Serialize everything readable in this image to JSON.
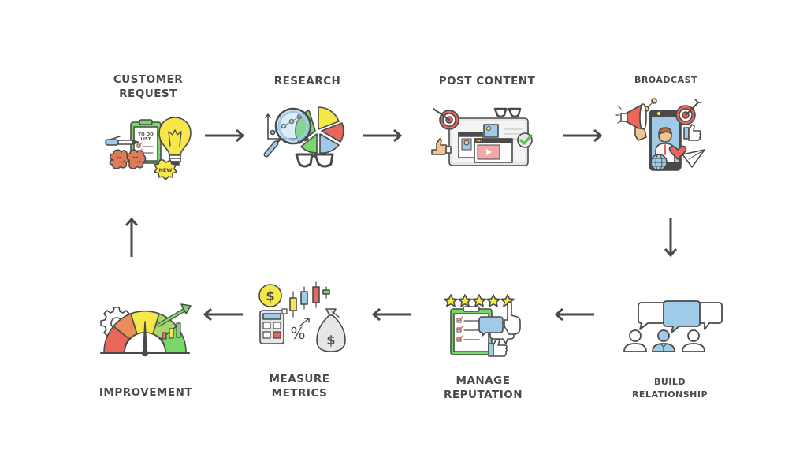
{
  "diagram": {
    "type": "cycle-flow",
    "steps": [
      {
        "id": "customer-request",
        "label_lines": [
          "CUSTOMER",
          "REQUEST"
        ],
        "icon": "idea-todo-list-icon",
        "icon_texts": [
          "TO DO",
          "LIST",
          "NEW"
        ]
      },
      {
        "id": "research",
        "label_lines": [
          "RESEARCH"
        ],
        "icon": "magnifier-chart-icon"
      },
      {
        "id": "post-content",
        "label_lines": [
          "POST CONTENT"
        ],
        "icon": "web-content-icon"
      },
      {
        "id": "broadcast",
        "label_lines": [
          "BROADCAST"
        ],
        "icon": "megaphone-phone-icon"
      },
      {
        "id": "build-relationship",
        "label_lines": [
          "BUILD",
          "RELATIONSHIP"
        ],
        "icon": "people-chat-icon"
      },
      {
        "id": "manage-reputation",
        "label_lines": [
          "MANAGE",
          "REPUTATION"
        ],
        "icon": "rating-checklist-icon"
      },
      {
        "id": "measure-metrics",
        "label_lines": [
          "MEASURE",
          "METRICS"
        ],
        "icon": "finance-metrics-icon",
        "icon_texts": [
          "$",
          "%"
        ]
      },
      {
        "id": "improvement",
        "label_lines": [
          "IMPROVEMENT"
        ],
        "icon": "gauge-growth-icon"
      }
    ],
    "connections": [
      {
        "from": "customer-request",
        "to": "research",
        "direction": "right"
      },
      {
        "from": "research",
        "to": "post-content",
        "direction": "right"
      },
      {
        "from": "post-content",
        "to": "broadcast",
        "direction": "right"
      },
      {
        "from": "broadcast",
        "to": "build-relationship",
        "direction": "down"
      },
      {
        "from": "build-relationship",
        "to": "manage-reputation",
        "direction": "left"
      },
      {
        "from": "manage-reputation",
        "to": "measure-metrics",
        "direction": "left"
      },
      {
        "from": "measure-metrics",
        "to": "improvement",
        "direction": "left"
      },
      {
        "from": "improvement",
        "to": "customer-request",
        "direction": "up"
      }
    ],
    "colors": {
      "text": "#4a4a4a",
      "stroke": "#4a4a4a",
      "yellow": "#f7e84a",
      "green": "#7ad86a",
      "red": "#e8665a",
      "blue": "#9fcbe8",
      "orange": "#e88e5a",
      "brain": "#e07b5a",
      "gray": "#e6e6e6"
    }
  }
}
